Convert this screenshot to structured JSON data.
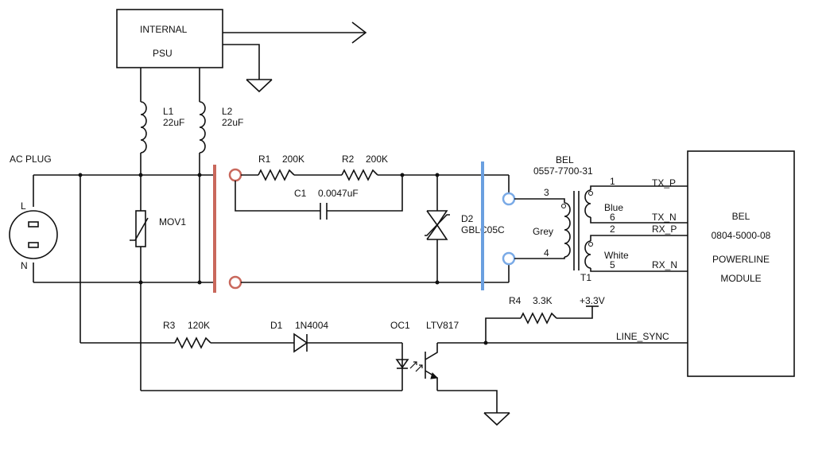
{
  "colors": {
    "wire": "#111111",
    "isolation_left": "#c9685c",
    "isolation_right": "#6a9fe0",
    "terminal_right": "#7aaae6"
  },
  "psu": {
    "line1": "INTERNAL",
    "line2": "PSU"
  },
  "ac_plug": {
    "label": "AC  PLUG",
    "l": "L",
    "n": "N"
  },
  "l1": {
    "ref": "L1",
    "value": "22uF"
  },
  "l2": {
    "ref": "L2",
    "value": "22uF"
  },
  "mov": {
    "ref": "MOV1"
  },
  "r1": {
    "ref": "R1",
    "value": "200K"
  },
  "r2": {
    "ref": "R2",
    "value": "200K"
  },
  "c1": {
    "ref": "C1",
    "value": "0.0047uF"
  },
  "d2": {
    "ref": "D2",
    "value": "GBLC05C"
  },
  "transformer": {
    "maker": "BEL",
    "part": "0557-7700-31",
    "ref": "T1",
    "grey": "Grey",
    "blue": "Blue",
    "white": "White",
    "pins": {
      "p1": "1",
      "p2": "2",
      "p3": "3",
      "p4": "4",
      "p5": "5",
      "p6": "6"
    }
  },
  "signals": {
    "tx_p": "TX_P",
    "tx_n": "TX_N",
    "rx_p": "RX_P",
    "rx_n": "RX_N",
    "line_sync": "LINE_SYNC"
  },
  "module": {
    "line1": "BEL",
    "line2": "0804-5000-08",
    "line3": "POWERLINE",
    "line4": "MODULE"
  },
  "r3": {
    "ref": "R3",
    "value": "120K"
  },
  "d1": {
    "ref": "D1",
    "value": "1N4004"
  },
  "oc1": {
    "ref": "OC1",
    "value": "LTV817"
  },
  "r4": {
    "ref": "R4",
    "value": "3.3K"
  },
  "vcc": {
    "label": "+3.3V"
  }
}
